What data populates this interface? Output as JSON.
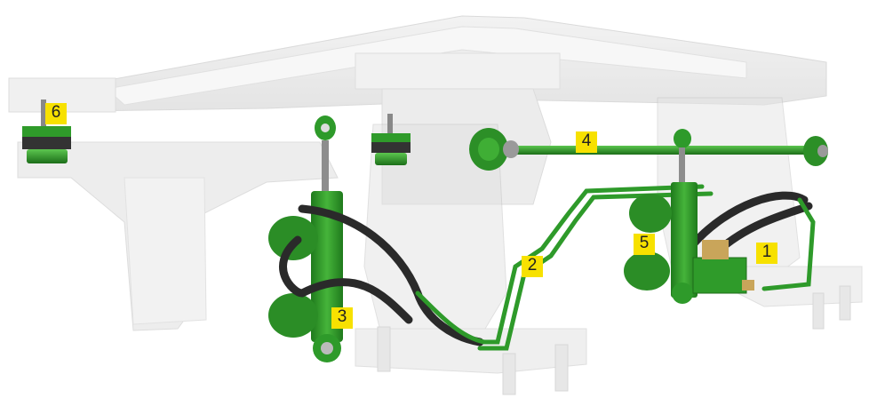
{
  "labels": {
    "l1": "1",
    "l2": "2",
    "l3": "3",
    "l4": "4",
    "l5": "5",
    "l6": "6"
  },
  "colors": {
    "hydraulic_green": "#2e9a2a",
    "label_yellow": "#f7e100",
    "frame_grey": "#d8d8d8"
  }
}
